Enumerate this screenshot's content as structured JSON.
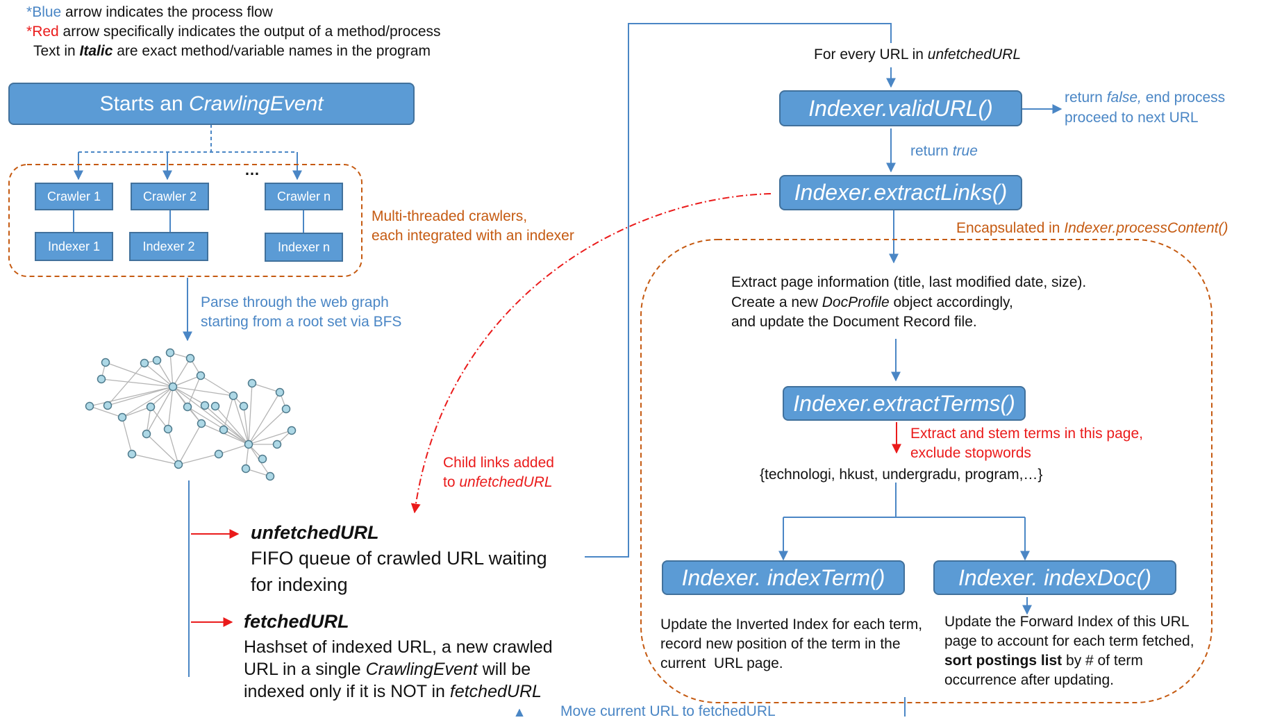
{
  "legend": {
    "blue_star": "*",
    "blue_word": "Blue",
    "blue_rest": " arrow indicates the process flow",
    "red_star": "*",
    "red_word": "Red",
    "red_rest": " arrow specifically indicates the output of a method/process",
    "italic_prefix": "Text in ",
    "italic_word": "Italic",
    "italic_rest": " are exact method/variable names in the program"
  },
  "start_box": {
    "prefix": "Starts an ",
    "name": "CrawlingEvent"
  },
  "crawlers": [
    "Crawler 1",
    "Crawler 2",
    "Crawler n"
  ],
  "indexers": [
    "Indexer 1",
    "Indexer 2",
    "Indexer n"
  ],
  "ellipsis": "…",
  "multi_threaded_note": [
    "Multi-threaded crawlers,",
    "each integrated with an indexer"
  ],
  "parse_note": [
    "Parse through the web graph",
    "starting from a root set via BFS"
  ],
  "child_links_note": {
    "line1": "Child links added",
    "line2_prefix": "to ",
    "line2_name": "unfetchedURL"
  },
  "unfetched": {
    "title": "unfetchedURL",
    "desc": [
      "FIFO queue of crawled URL waiting",
      "for indexing"
    ]
  },
  "fetched": {
    "title": "fetchedURL",
    "line1": "Hashset of indexed URL, a new crawled",
    "line2_prefix": "URL in a single ",
    "line2_name": "CrawlingEvent",
    "line2_suffix": " will be",
    "line3_prefix": "indexed only if it is NOT in ",
    "line3_name": "fetchedURL"
  },
  "for_every": {
    "prefix": "For every URL in ",
    "name": "unfetchedURL"
  },
  "valid_url": "Indexer.validURL()",
  "return_false": {
    "prefix": "return ",
    "value": "false,",
    "rest": " end process",
    "line2": "proceed to next URL"
  },
  "return_true": {
    "prefix": "return ",
    "value": "true"
  },
  "extract_links": "Indexer.extractLinks()",
  "encapsulated": {
    "prefix": "Encapsulated in ",
    "name": "Indexer.processContent()"
  },
  "extract_info": {
    "line1": "Extract page information (title, last modified date, size).",
    "line2_prefix": "Create a new ",
    "line2_name": "DocProfile",
    "line2_suffix": " object accordingly,",
    "line3": "and update the Document Record file."
  },
  "extract_terms": "Indexer.extractTerms()",
  "stem_note": [
    "Extract and stem terms in this page,",
    "exclude stopwords"
  ],
  "terms_example": "{technologi, hkust, undergradu, program,…}",
  "index_term": "Indexer. indexTerm()",
  "index_doc": "Indexer. indexDoc()",
  "index_term_desc": [
    "Update the Inverted Index for each term,",
    "record new position of the term in the",
    "current  URL page."
  ],
  "index_doc_desc": {
    "line1": "Update the Forward Index of this URL",
    "line2": "page to account for each term fetched,",
    "line3_bold": "sort postings list",
    "line3_rest": " by # of term",
    "line4": "occurrence after updating."
  },
  "move_current": "Move current URL to fetchedURL",
  "colors": {
    "box_fill": "#5b9bd5",
    "box_border": "#41719c",
    "flow_blue": "#4a86c5",
    "output_red": "#ea1b1b",
    "encapsulate_orange": "#c55a11"
  }
}
